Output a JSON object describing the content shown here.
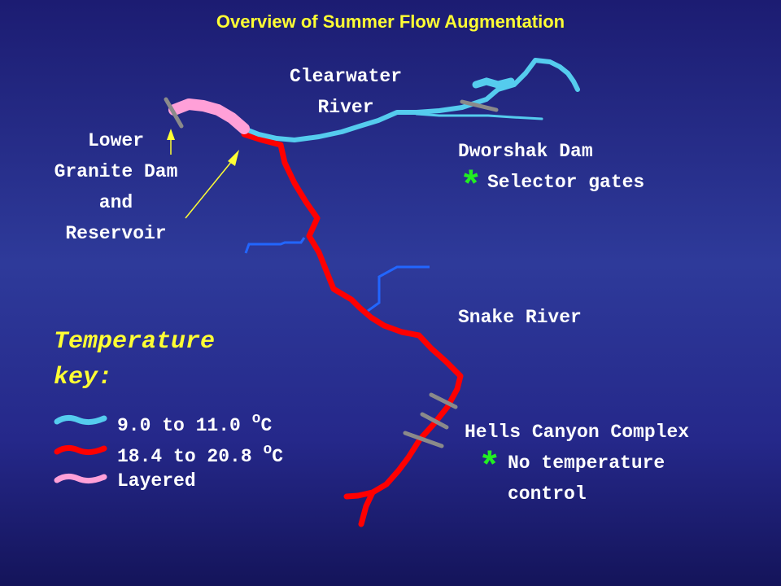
{
  "title": "Overview of Summer Flow Augmentation",
  "labels": {
    "clearwater_line1": "Clearwater",
    "clearwater_line2": "River",
    "lower_granite_line1": "Lower",
    "lower_granite_line2": "Granite Dam",
    "lower_granite_line3": "and",
    "lower_granite_line4": "Reservoir",
    "dworshak_dam": "Dworshak Dam",
    "dworshak_note": "Selector gates",
    "snake_river": "Snake River",
    "hells_canyon": "Hells Canyon Complex",
    "hells_note_line1": "No temperature",
    "hells_note_line2": "control"
  },
  "marker_symbol": "*",
  "key": {
    "title_line1": "Temperature",
    "title_line2": "key:",
    "items": [
      {
        "label": "9.0 to 11.0",
        "unit_sup": "o",
        "unit": "C",
        "color": "#55ccee"
      },
      {
        "label": "18.4 to 20.8",
        "unit_sup": "o",
        "unit": "C",
        "color": "#ff0000"
      },
      {
        "label": "Layered",
        "color": "#ffa0d8"
      }
    ]
  },
  "colors": {
    "cold": "#55ccee",
    "warm": "#ff0000",
    "layered": "#ffa0d8",
    "tributary": "#2266ff",
    "dam": "#8a8a8a",
    "title": "#ffff33",
    "marker": "#22ee22"
  }
}
